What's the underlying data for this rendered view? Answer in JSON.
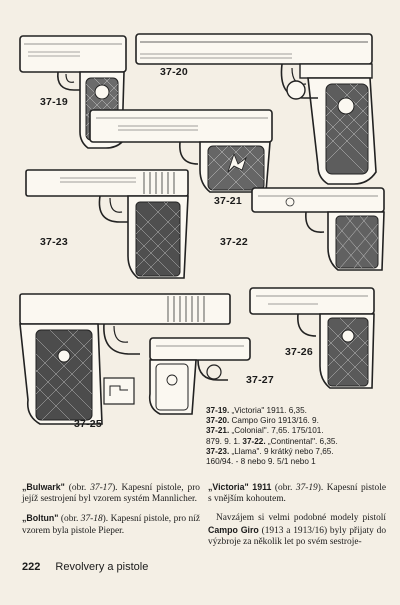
{
  "figures": [
    {
      "id": "37-19",
      "label": "37-19"
    },
    {
      "id": "37-20",
      "label": "37-20"
    },
    {
      "id": "37-21",
      "label": "37-21"
    },
    {
      "id": "37-22",
      "label": "37-22"
    },
    {
      "id": "37-23",
      "label": "37-23"
    },
    {
      "id": "37-25",
      "label": "37-25"
    },
    {
      "id": "37-26",
      "label": "37-26"
    },
    {
      "id": "37-27",
      "label": "37-27"
    }
  ],
  "captions": [
    {
      "num": "37-19.",
      "text": " „Victoria\" 1911. 6,35."
    },
    {
      "num": "37-20.",
      "text": " Campo Giro 1913/16. 9."
    },
    {
      "num": "37-21.",
      "text": " „Colonial\". 7,65. 175/101."
    },
    {
      "num": "",
      "text": "879. 9. 1. "
    },
    {
      "num": "37-22.",
      "text": " „Continental\". 6,35."
    },
    {
      "num": "37-23.",
      "text": " „Llama\". 9 krátký nebo 7,65."
    },
    {
      "num": "",
      "text": "160/94. - 8 nebo 9. 5/1 nebo 1"
    }
  ],
  "caption_extra": "37-22.",
  "left_column": [
    {
      "lead": "„Bulwark\"",
      "ref_open": " (obr. ",
      "ref": "37-17",
      "ref_close": "). ",
      "text": "Kapesní pistole, pro jejíž sestrojení byl vzorem systém Mannlicher."
    },
    {
      "lead": "„Boltun\"",
      "ref_open": " (obr. ",
      "ref": "37-18",
      "ref_close": "). ",
      "text": "Kapesní pistole, pro níž vzorem byla pistole Pieper."
    }
  ],
  "right_column": [
    {
      "lead": "„Victoria\" 1911",
      "ref_open": " (obr. ",
      "ref": "37-19",
      "ref_close": "). ",
      "text": "Kapesní pistole s vnějším kohoutem."
    },
    {
      "pre": "Navzájem si velmi podobné modely pistolí ",
      "bold": "Campo Giro",
      "text": " (1913 a 1913/16) byly přijaty do výzbroje za několik let po svém sestroje-"
    }
  ],
  "footer": {
    "page_number": "222",
    "title": "Revolvery a pistole"
  }
}
